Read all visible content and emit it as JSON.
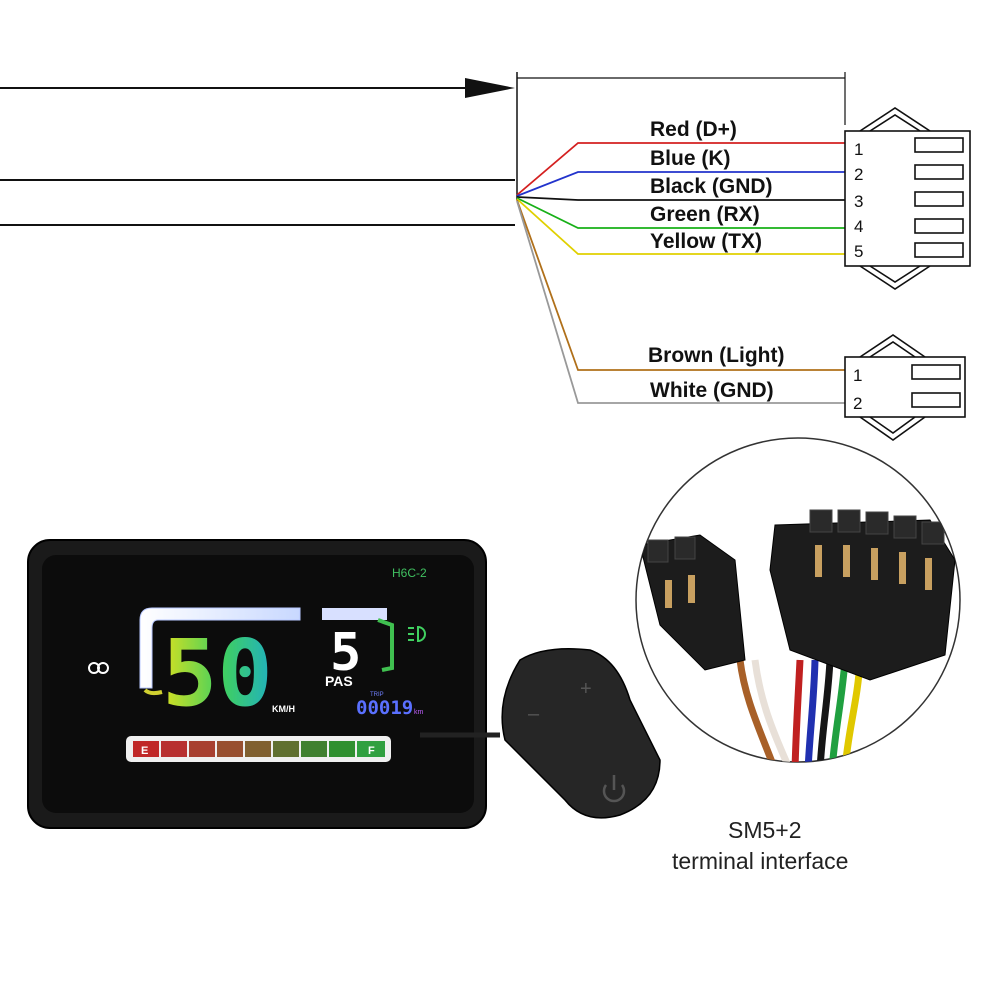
{
  "colors": {
    "red": "#d42020",
    "blue": "#2233cc",
    "black": "#111111",
    "green": "#18b018",
    "yellow": "#e0d000",
    "brown": "#b0701a",
    "white_wire": "#999999"
  },
  "connector5": {
    "wires": [
      {
        "label": "Red (D+)",
        "pin": "1"
      },
      {
        "label": "Blue (K)",
        "pin": "2"
      },
      {
        "label": "Black (GND)",
        "pin": "3"
      },
      {
        "label": "Green (RX)",
        "pin": "4"
      },
      {
        "label": "Yellow (TX)",
        "pin": "5"
      }
    ]
  },
  "connector2": {
    "wires": [
      {
        "label": "Brown (Light)",
        "pin": "1"
      },
      {
        "label": "White (GND)",
        "pin": "2"
      }
    ]
  },
  "display": {
    "model": "H6C-2",
    "speed": "50",
    "speed_unit": "KM/H",
    "pas_level": "5",
    "pas_label": "PAS",
    "trip_label": "TRIP",
    "odometer": "00019",
    "odometer_unit": "km",
    "battery_empty": "E",
    "battery_full": "F"
  },
  "caption": {
    "line1": "SM5+2",
    "line2": "terminal interface"
  }
}
